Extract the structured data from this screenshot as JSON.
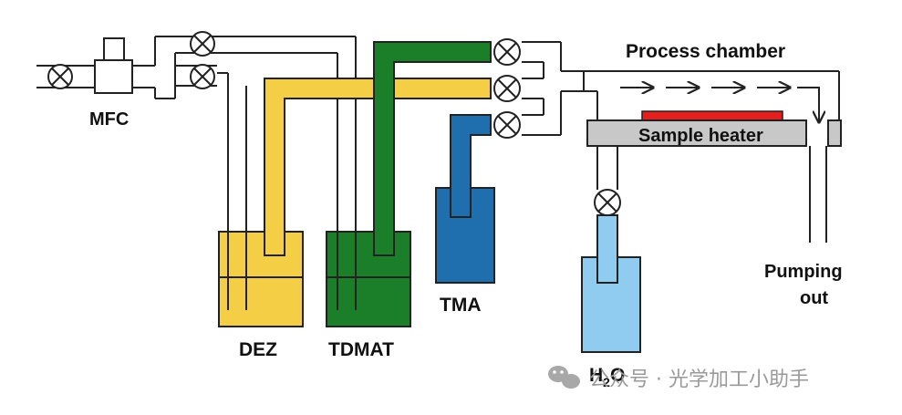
{
  "labels": {
    "mfc": "MFC",
    "process_chamber": "Process chamber",
    "sample_heater": "Sample heater",
    "dez": "DEZ",
    "tdmat": "TDMAT",
    "tma": "TMA",
    "h2o_main": "H",
    "h2o_sub": "2",
    "h2o_tail": "O",
    "pumping_line1": "Pumping",
    "pumping_line2": "out"
  },
  "watermark": {
    "text": "公众号 · 光学加工小助手"
  },
  "colors": {
    "dez": "#F4CF45",
    "tdmat": "#1B7F2A",
    "tma": "#1F6FAF",
    "h2o": "#8FCCEF",
    "heater": "#C8C8C8",
    "sample": "#E51E1E",
    "line": "#222222"
  },
  "icons": [
    "valve-icon",
    "flow-arrow-icon",
    "wechat-icon"
  ]
}
